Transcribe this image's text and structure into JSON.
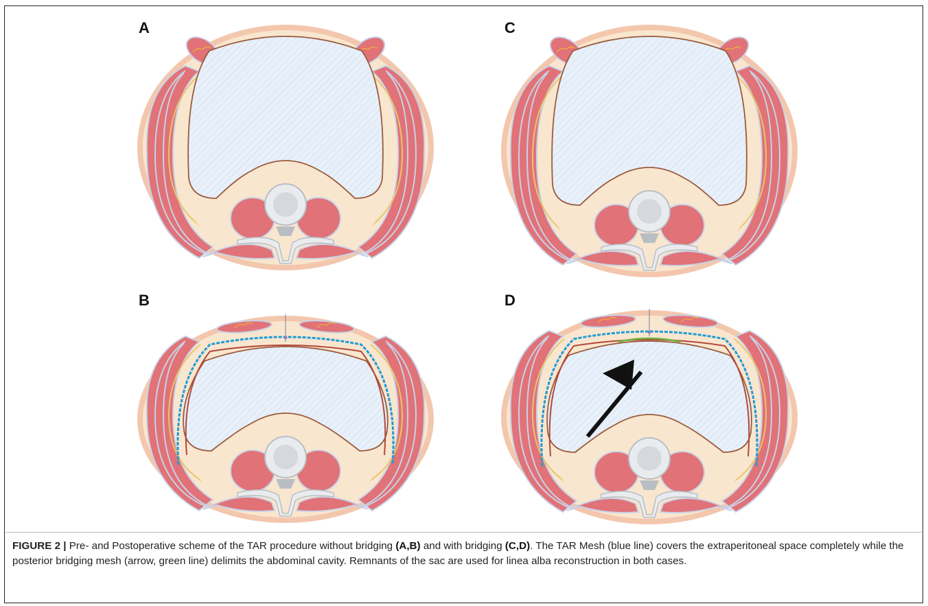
{
  "panels": [
    {
      "label": "A",
      "variant": "preop",
      "bridging": false
    },
    {
      "label": "B",
      "variant": "postop",
      "bridging": false
    },
    {
      "label": "C",
      "variant": "preop",
      "bridging": true
    },
    {
      "label": "D",
      "variant": "postop",
      "bridging": true
    }
  ],
  "colors": {
    "skin": "#f3c7ad",
    "fat": "#f9e6cf",
    "muscle": "#e07278",
    "muscle_dark": "#c4555d",
    "fascia": "#c9d2e6",
    "cavity": "#e8f0fa",
    "cavity_hatch": "#c6d6ea",
    "peritoneum": "#9a5a3a",
    "nerve": "#e8c66a",
    "bone": "#e9ecef",
    "bone_dark": "#b9bec4",
    "tar_mesh": "#1e9bd7",
    "bridging_mesh": "#6cb33f",
    "arrow": "#111111"
  },
  "caption": {
    "figure_label": "FIGURE 2 |",
    "part1": " Pre- and Postoperative scheme of the TAR procedure without bridging ",
    "ref1": "(A,B)",
    "part2": " and with bridging ",
    "ref2": "(C,D)",
    "part3": ". The TAR Mesh (blue line) covers the extraperitoneal space completely while the posterior bridging mesh (arrow, green line) delimits the abdominal cavity. Remnants of the sac are used for linea alba reconstruction in both cases."
  }
}
